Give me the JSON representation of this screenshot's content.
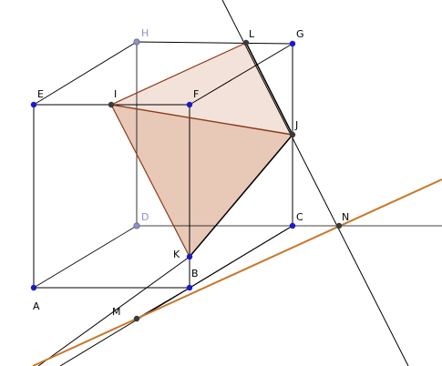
{
  "colors": {
    "background": "#ffffff",
    "visible_edge": "#000000",
    "hidden_edge": "#9a9a9a",
    "construction_line": "#000000",
    "section_line": "#c8782a",
    "section_fill": "#e8c9b8",
    "section_fill_light": "#f3e2da",
    "section_edge": "#8b3a1a",
    "vertex_blue": "#1a1acc",
    "vertex_hidden": "#8f8fd6",
    "point_dark": "#3a3a3a"
  },
  "points": [
    {
      "id": "E",
      "label": "E"
    },
    {
      "id": "H",
      "label": "H"
    },
    {
      "id": "L",
      "label": "L"
    },
    {
      "id": "G",
      "label": "G"
    },
    {
      "id": "I",
      "label": "I"
    },
    {
      "id": "F",
      "label": "F"
    },
    {
      "id": "J",
      "label": "J"
    },
    {
      "id": "D",
      "label": "D"
    },
    {
      "id": "C",
      "label": "C"
    },
    {
      "id": "N",
      "label": "N"
    },
    {
      "id": "K",
      "label": "K"
    },
    {
      "id": "B",
      "label": "B"
    },
    {
      "id": "A",
      "label": "A"
    },
    {
      "id": "M",
      "label": "M"
    }
  ]
}
